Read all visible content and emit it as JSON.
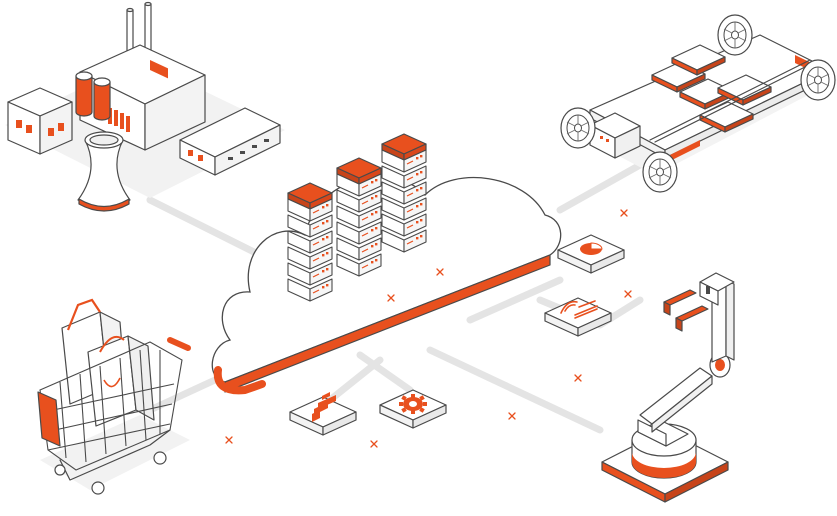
{
  "colors": {
    "accent": "#e8501e",
    "line": "#4a4a4a",
    "panel": "#ffffff",
    "shadow": "#ececec",
    "connector": "#e4e4e4"
  },
  "scene": {
    "hub": "cloud-server-cluster",
    "nodes": [
      "factory",
      "vehicle-chassis",
      "robotic-arm",
      "shopping-cart"
    ],
    "tiles": [
      {
        "name": "pie-chart-tile",
        "icon": "pie-chart-icon"
      },
      {
        "name": "wireless-device-tile",
        "icon": "wireless-signal-icon"
      },
      {
        "name": "bar-chart-tile",
        "icon": "bar-chart-icon"
      },
      {
        "name": "settings-tile",
        "icon": "gear-icon"
      }
    ],
    "decorations": "cross-marks"
  }
}
